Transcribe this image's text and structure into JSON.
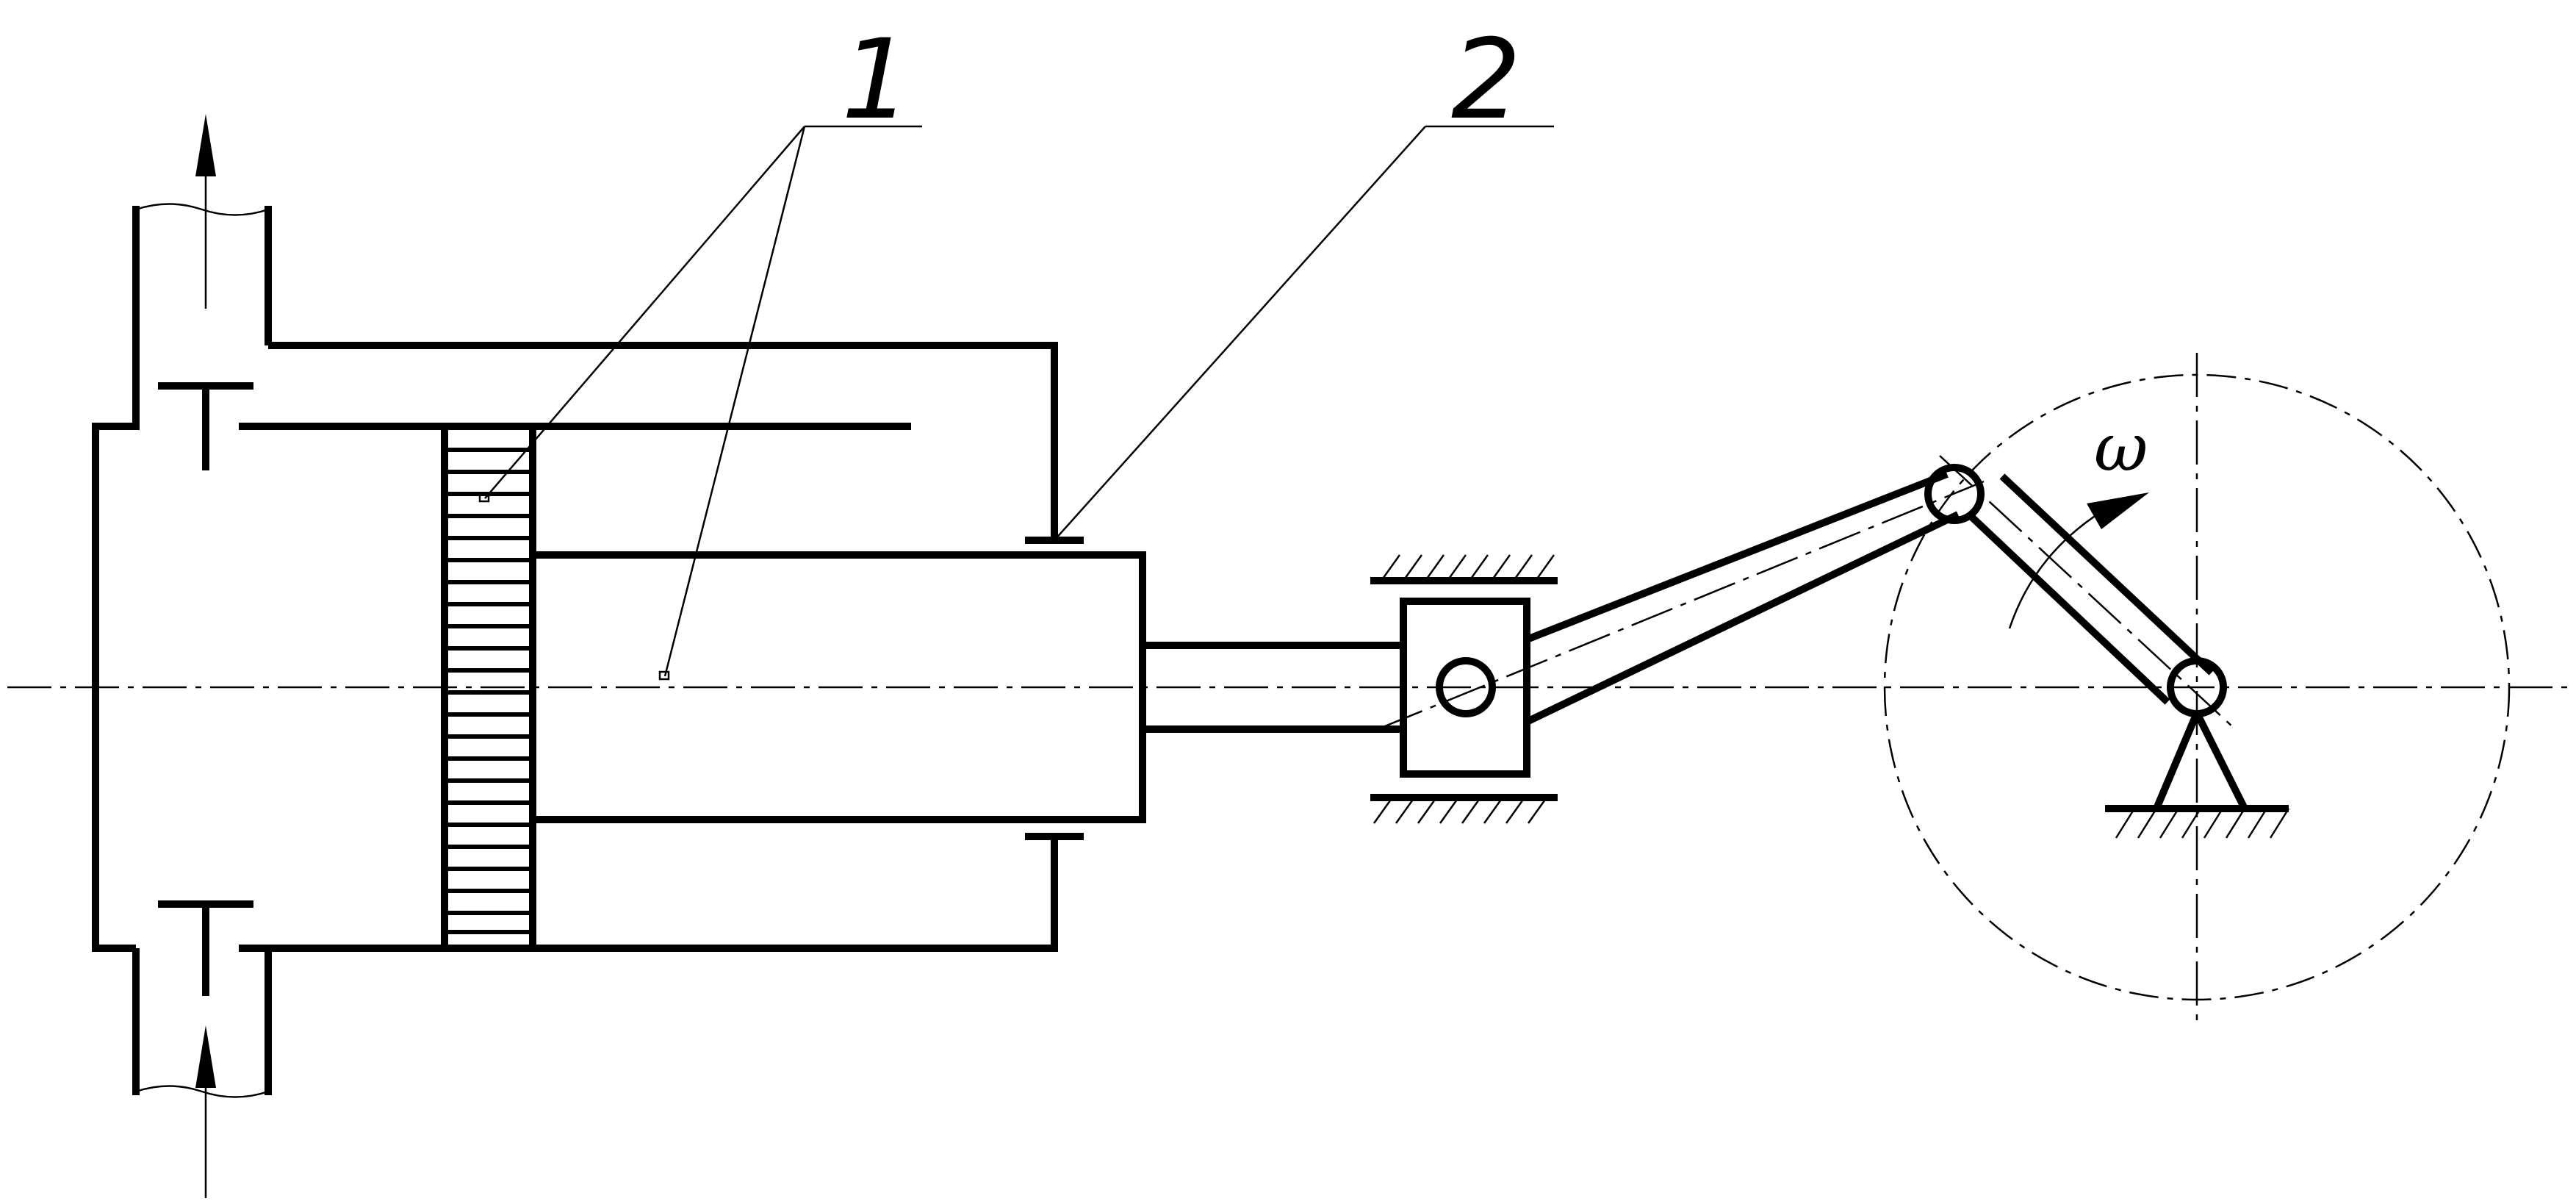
{
  "labels": {
    "part1": "1",
    "part2": "2",
    "angular_velocity": "ω"
  }
}
